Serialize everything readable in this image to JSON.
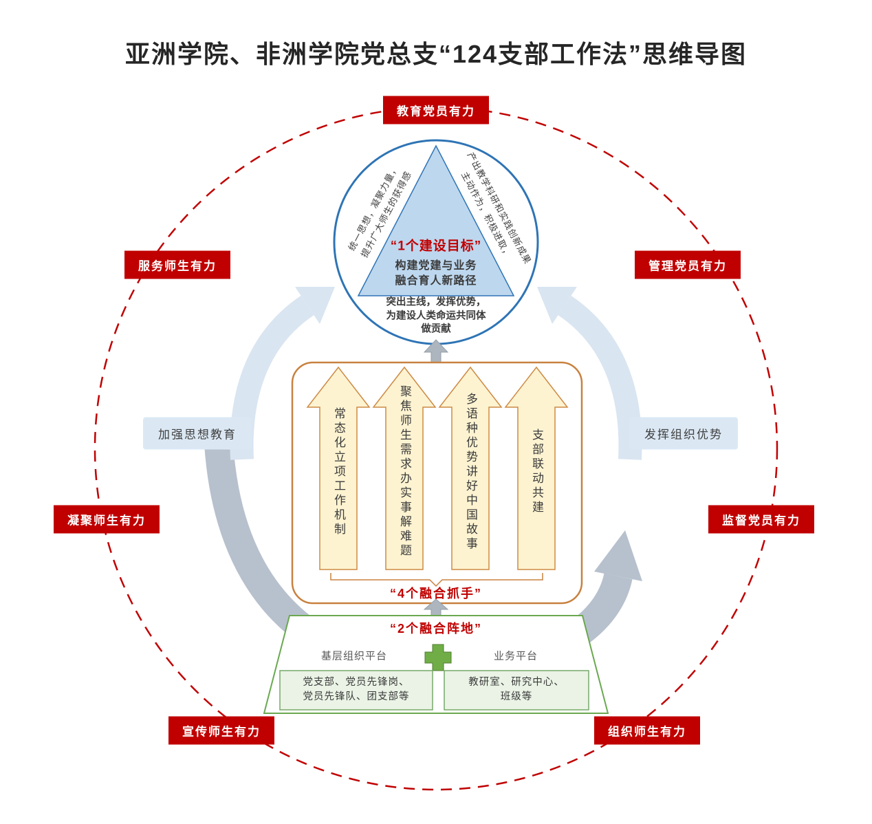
{
  "title": "亚洲学院、非洲学院党总支“124支部工作法”思维导图",
  "ring_badges": {
    "top": "教育党员有力",
    "upper_left": "服务师生有力",
    "upper_right": "管理党员有力",
    "mid_left": "凝聚师生有力",
    "mid_right": "监督党员有力",
    "lower_left": "宣传师生有力",
    "lower_right": "组织师生有力"
  },
  "side_labels": {
    "left": "加强思想教育",
    "right": "发挥组织优势"
  },
  "goal": {
    "heading": "“1个建设目标”",
    "line1": "构建党建与业务",
    "line2": "融合育人新路径",
    "left_slant_line1": "统一思想，凝聚力量，",
    "left_slant_line2": "提升广大师生的获得感",
    "right_slant_line1": "产出教学科研和实践创新成果",
    "right_slant_line2": "主动作为，积极进取，",
    "footer": "突出主线，发挥优势，\n为建设人类命运共同体\n做贡献"
  },
  "handles": {
    "heading": "“4个融合抓手”",
    "items": [
      {
        "text": "常态化立项工作机制"
      },
      {
        "text": "聚焦师生需求办实事解难题"
      },
      {
        "text": "多语种优势讲好中国故事"
      },
      {
        "text": "支部联动共建"
      }
    ]
  },
  "platforms": {
    "heading": "“2个融合阵地”",
    "left_title": "基层组织平台",
    "right_title": "业务平台",
    "left_items": "党支部、党员先锋岗、\n党员先锋队、团支部等",
    "right_items": "教研室、研究中心、\n班级等"
  },
  "colors": {
    "badge_red": "#c00000",
    "ring_red": "#c00000",
    "circle_blue": "#2e74b5",
    "triangle_fill": "#bdd7ee",
    "block_arrow_fill": "#fdf3d1",
    "block_arrow_stroke": "#c8813f",
    "green": "#70ad47",
    "green_box_fill": "#eaf3e5",
    "soft_label_blue": "#dbe8f4",
    "gray_arrow": "#b7c1cd",
    "light_blue_arrow": "#d9e5f1"
  }
}
